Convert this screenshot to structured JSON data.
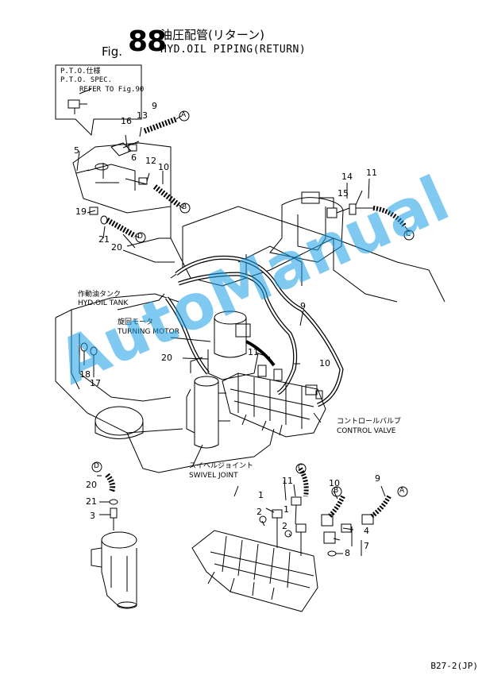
{
  "header": {
    "fig_prefix": "Fig.",
    "fig_number": "88",
    "title_jp": "油圧配管(リターン)",
    "title_en": "HYD.OIL PIPING(RETURN)"
  },
  "inset": {
    "pto_jp": "P.T.O.仕様",
    "pto_en": "P.T.O. SPEC.",
    "refer": "REFER TO Fig.90"
  },
  "labels": {
    "tank_jp": "作動油タンク",
    "tank_en": "HYD.OIL TANK",
    "motor_jp": "旋回モータ",
    "motor_en": "TURNING MOTOR",
    "valve_jp": "コントロールバルブ",
    "valve_en": "CONTROL VALVE",
    "swivel_jp": "スイベルジョイント",
    "swivel_en": "SWIVEL JOINT"
  },
  "callouts": {
    "n16": "16",
    "n13": "13",
    "n9a": "9",
    "n5": "5",
    "n6": "6",
    "n12": "12",
    "n10a": "10",
    "n19": "19",
    "n21a": "21",
    "n20a": "20",
    "n14": "14",
    "n15": "15",
    "n11a": "11",
    "n9b": "9",
    "n20b": "20",
    "n11b": "11",
    "n10b": "10",
    "n18": "18",
    "n17": "17",
    "n20c": "20",
    "n21b": "21",
    "n3": "3",
    "n11c": "11",
    "n10c": "10",
    "n9c": "9",
    "n1a": "1",
    "n2a": "2",
    "n1b": "1",
    "n2b": "2",
    "n4": "4",
    "n7": "7",
    "n8": "8"
  },
  "circles": {
    "a1": "A",
    "b1": "B",
    "c1": "C",
    "d1": "D",
    "d2": "D",
    "c2": "C",
    "b2": "B",
    "a2": "A"
  },
  "watermark": "AutoManual",
  "footer": {
    "page_code": "B27-2(JP)"
  }
}
